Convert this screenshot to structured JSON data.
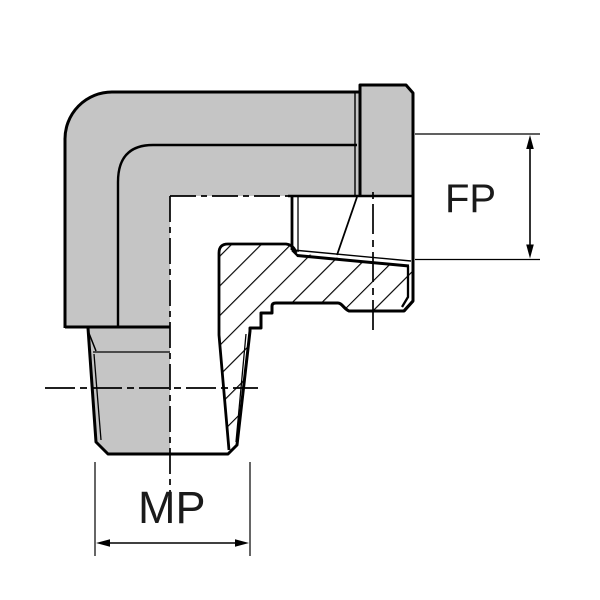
{
  "drawing": {
    "description": "90 degree elbow adapter fitting, half-section technical drawing",
    "labels": {
      "fp": "FP",
      "mp": "MP"
    },
    "colors": {
      "body_fill": "#c5c5c5",
      "line": "#000000",
      "background": "#ffffff"
    }
  }
}
